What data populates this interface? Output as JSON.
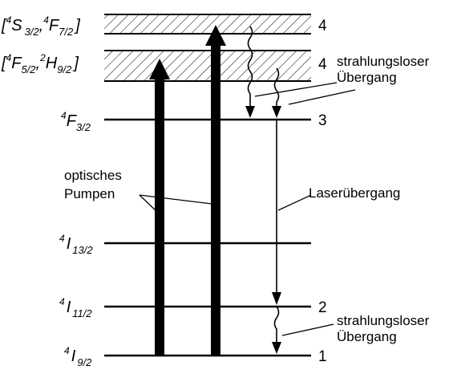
{
  "levels": [
    {
      "id": "4S_4F",
      "prefix": "[",
      "sup1": "4",
      "term1": "S",
      "sub1": "3/2",
      "sep": ",",
      "sup2": "4",
      "term2": "F",
      "sub2": "7/2",
      "suffix": "]",
      "number": "4"
    },
    {
      "id": "4F_2H",
      "prefix": "[",
      "sup1": "4",
      "term1": "F",
      "sub1": "5/2",
      "sep": ",",
      "sup2": "2",
      "term2": "H",
      "sub2": "9/2",
      "suffix": "]",
      "number": "4"
    },
    {
      "id": "4F32",
      "sup": "4",
      "term": "F",
      "sub": "3/2",
      "number": "3"
    },
    {
      "id": "4I132",
      "sup": "4",
      "term": "I",
      "sub": "13/2",
      "number": ""
    },
    {
      "id": "4I112",
      "sup": "4",
      "term": "I",
      "sub": "11/2",
      "number": "2"
    },
    {
      "id": "4I92",
      "sup": "4",
      "term": "I",
      "sub": "9/2",
      "number": "1"
    }
  ],
  "annotations": {
    "radiationless_top_line1": "strahlungsloser",
    "radiationless_top_line2": "Übergang",
    "pumping_line1": "optisches",
    "pumping_line2": "Pumpen",
    "laser_transition": "Laserübergang",
    "radiationless_bottom_line1": "strahlungsloser",
    "radiationless_bottom_line2": "Übergang"
  }
}
